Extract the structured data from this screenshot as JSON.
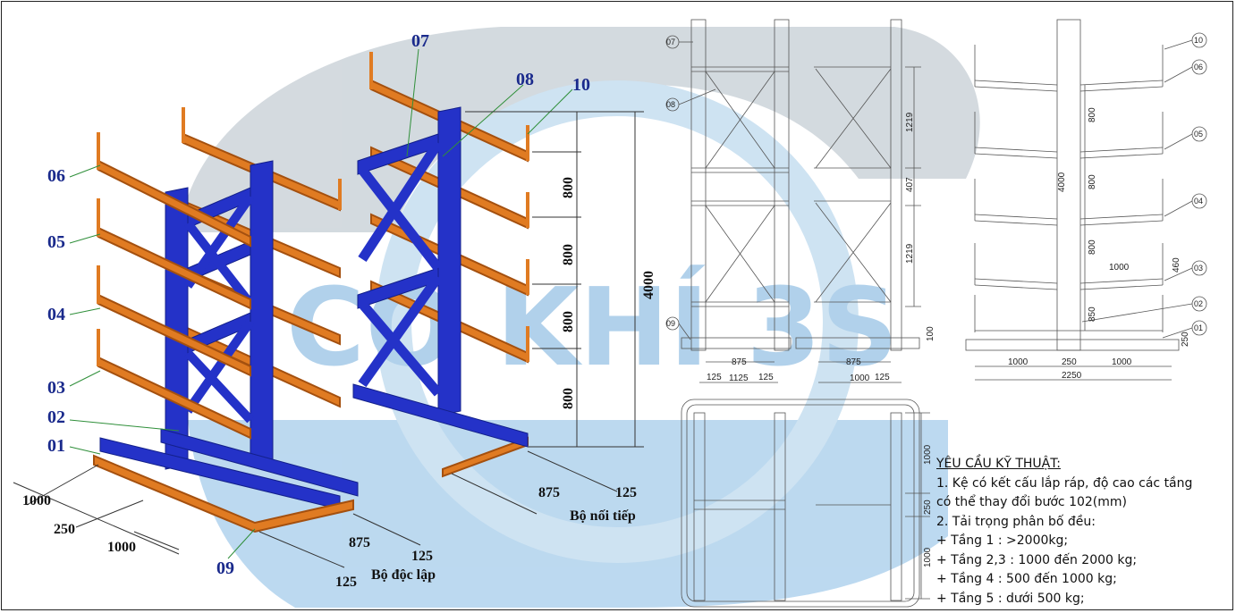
{
  "watermark": {
    "text": "CƠ KHÍ 3S",
    "color": "#9fc7e8"
  },
  "colors": {
    "frame": "#2432c8",
    "arm": "#e07b22",
    "arm_dark": "#a4500f",
    "label": "#1a2a8c",
    "leader": "#2f8f3a"
  },
  "iso_independent": {
    "labels": [
      "06",
      "05",
      "04",
      "03",
      "02",
      "01",
      "09"
    ],
    "dims": {
      "d1": "1000",
      "d2": "250",
      "d3": "1000",
      "d4": "875",
      "d5": "125",
      "d6": "125"
    },
    "caption": "Bộ độc lập"
  },
  "iso_extension": {
    "labels": [
      "07",
      "08",
      "10"
    ],
    "dims": {
      "h1": "800",
      "h2": "800",
      "h3": "800",
      "h4": "800",
      "total": "4000",
      "w1": "875",
      "w2": "125"
    },
    "caption": "Bộ nối tiếp"
  },
  "front_view": {
    "callouts": [
      "07",
      "08",
      "09"
    ],
    "dims": {
      "a": "125",
      "b": "1125",
      "c": "125",
      "d": "875",
      "e": "875",
      "f": "1000",
      "g": "125",
      "h1": "1219",
      "h2": "407",
      "h3": "1219",
      "h4": "100"
    }
  },
  "side_view": {
    "callouts": [
      "10",
      "06",
      "05",
      "04",
      "03",
      "02",
      "01"
    ],
    "dims": {
      "total": "4000",
      "s1": "800",
      "s2": "800",
      "s3": "800",
      "arm": "1000",
      "drop": "460",
      "base_h": "850",
      "base_t": "250",
      "l": "1000",
      "m": "250",
      "r": "1000",
      "all": "2250"
    }
  },
  "plan_view": {
    "dims": {
      "p1": "1000",
      "p2": "250",
      "p3": "1000"
    }
  },
  "notes": {
    "title": "YÊU CẦU KỸ THUẬT:",
    "lines": [
      "1. Kệ có kết cấu lắp ráp, độ cao các tầng",
      "có thể thay đổi bước 102(mm)",
      "2. Tải trọng phân bố đều:",
      "+ Tầng 1 : >2000kg;",
      "+ Tầng 2,3 : 1000 đến 2000 kg;",
      "+ Tầng 4 : 500 đến 1000 kg;",
      "+ Tầng 5 : dưới 500 kg;"
    ]
  }
}
